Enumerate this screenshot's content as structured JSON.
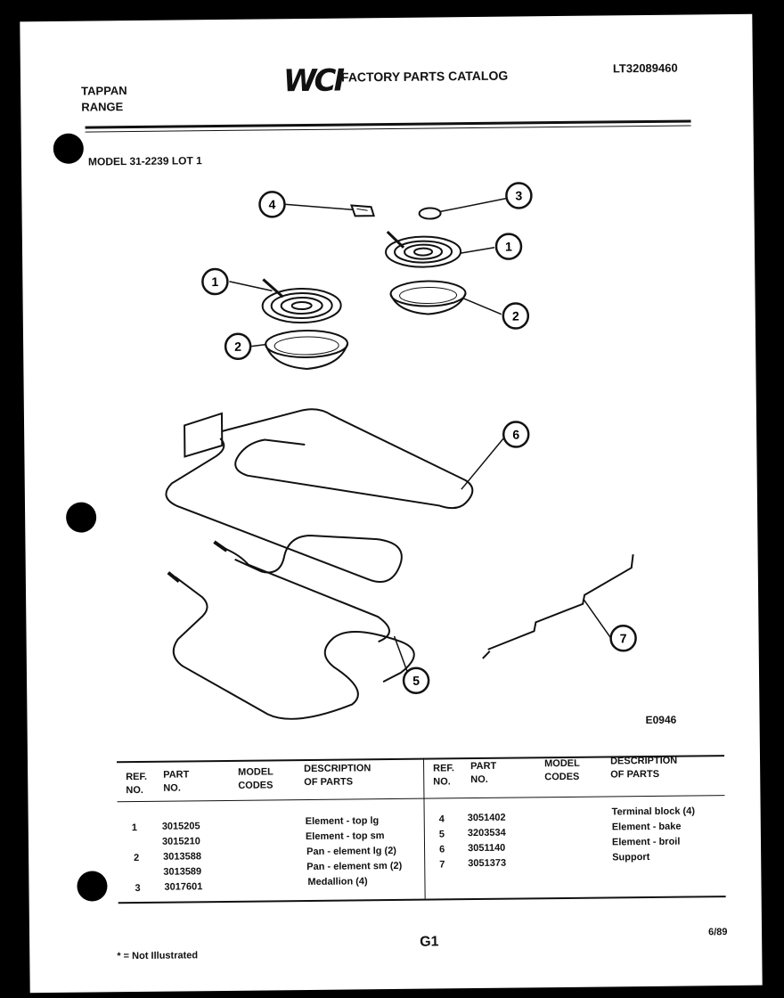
{
  "header": {
    "brand_line1": "TAPPAN",
    "brand_line2": "RANGE",
    "logo": "WCI",
    "catalog_title": "FACTORY PARTS CATALOG",
    "doc_number": "LT32089460"
  },
  "model_line": "MODEL 31-2239 LOT 1",
  "diagram": {
    "callouts": [
      "4",
      "3",
      "1",
      "1",
      "2",
      "2",
      "6",
      "7",
      "5"
    ],
    "drawing_code": "E0946"
  },
  "table": {
    "headers": {
      "ref": [
        "REF.",
        "NO."
      ],
      "part": [
        "PART",
        "NO."
      ],
      "model": [
        "MODEL",
        "CODES"
      ],
      "desc": [
        "DESCRIPTION",
        "OF PARTS"
      ]
    },
    "left_rows": [
      {
        "ref": "1",
        "part": "3015205",
        "desc": "Element - top lg"
      },
      {
        "ref": "",
        "part": "3015210",
        "desc": "Element - top sm"
      },
      {
        "ref": "2",
        "part": "3013588",
        "desc": "Pan - element lg (2)"
      },
      {
        "ref": "",
        "part": "3013589",
        "desc": "Pan - element sm (2)"
      },
      {
        "ref": "3",
        "part": "3017601",
        "desc": "Medallion (4)"
      }
    ],
    "right_rows": [
      {
        "ref": "4",
        "part": "3051402",
        "desc": "Terminal block (4)"
      },
      {
        "ref": "5",
        "part": "3203534",
        "desc": "Element - bake"
      },
      {
        "ref": "6",
        "part": "3051140",
        "desc": "Element - broil"
      },
      {
        "ref": "7",
        "part": "3051373",
        "desc": "Support"
      }
    ]
  },
  "footer": {
    "note": "* = Not Illustrated",
    "page_id": "G1",
    "date": "6/89"
  }
}
